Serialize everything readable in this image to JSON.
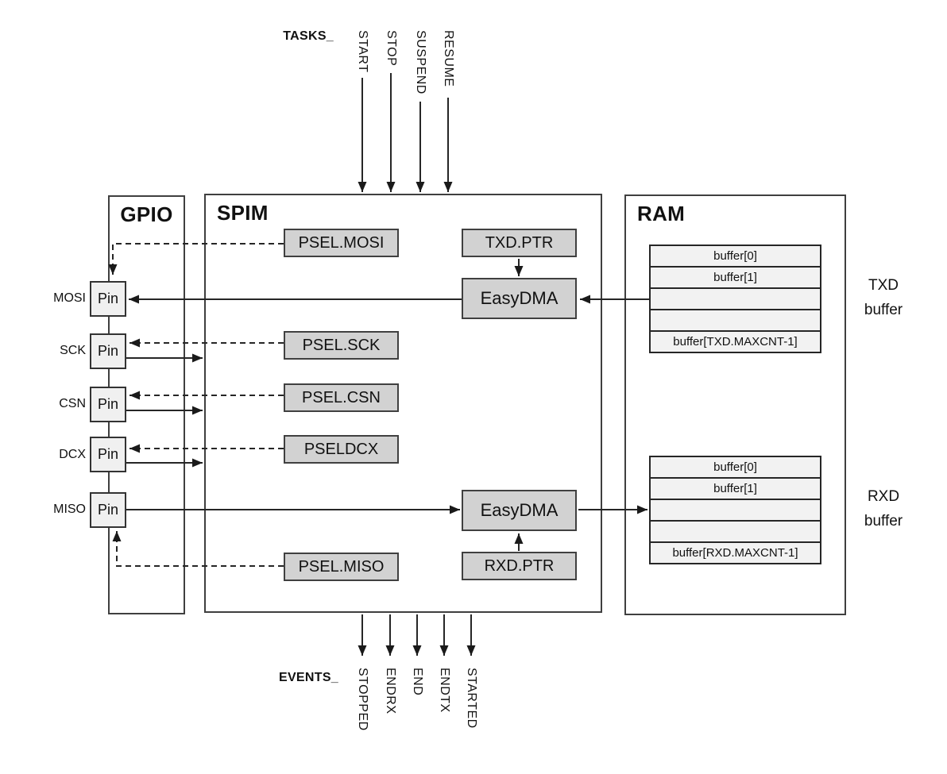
{
  "tasks": {
    "label": "TASKS_",
    "items": [
      "START",
      "STOP",
      "SUSPEND",
      "RESUME"
    ]
  },
  "events": {
    "label": "EVENTS_",
    "items": [
      "STOPPED",
      "ENDRX",
      "END",
      "ENDTX",
      "STARTED"
    ]
  },
  "gpio": {
    "title": "GPIO",
    "pin_label": "Pin",
    "pins": [
      "MOSI",
      "SCK",
      "CSN",
      "DCX",
      "MISO"
    ]
  },
  "spim": {
    "title": "SPIM",
    "psel_mosi": "PSEL.MOSI",
    "psel_sck": "PSEL.SCK",
    "psel_csn": "PSEL.CSN",
    "psel_dcx": "PSELDCX",
    "psel_miso": "PSEL.MISO",
    "txd_ptr": "TXD.PTR",
    "rxd_ptr": "RXD.PTR",
    "easydma": "EasyDMA"
  },
  "ram": {
    "title": "RAM",
    "txd": {
      "label": "TXD buffer",
      "rows": [
        "buffer[0]",
        "buffer[1]",
        "",
        "",
        "buffer[TXD.MAXCNT-1]"
      ]
    },
    "rxd": {
      "label": "RXD buffer",
      "rows": [
        "buffer[0]",
        "buffer[1]",
        "",
        "",
        "buffer[RXD.MAXCNT-1]"
      ]
    }
  },
  "colors": {
    "register_fill": "#d2d2d2",
    "pin_fill": "#f0f0f0",
    "buffer_fill": "#f2f2f2",
    "line": "#262626",
    "border": "#3f3f3f",
    "background": "#ffffff"
  }
}
